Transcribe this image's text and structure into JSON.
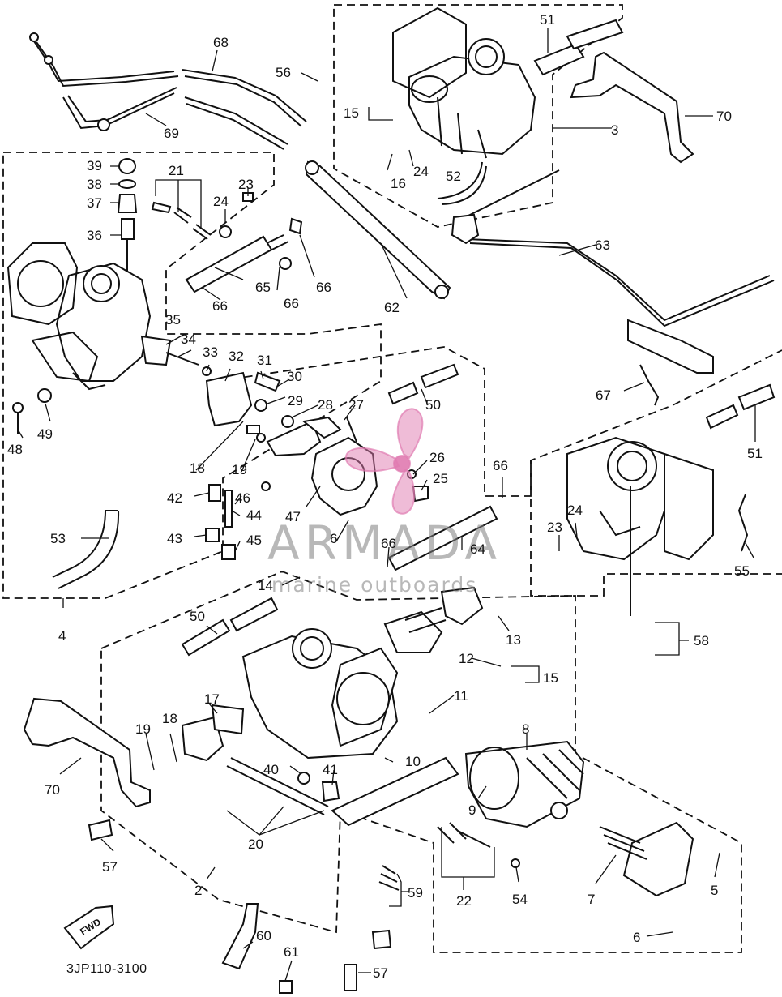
{
  "drawing_code": "3JP110-3100",
  "watermark": {
    "brand": "ARMADA",
    "tagline": "marine outboards"
  },
  "fwd_badge": "FWD",
  "part_labels": [
    {
      "id": "p51a",
      "text": "51"
    },
    {
      "id": "p68",
      "text": "68"
    },
    {
      "id": "p56",
      "text": "56"
    },
    {
      "id": "p70a",
      "text": "70"
    },
    {
      "id": "p15a",
      "text": "15"
    },
    {
      "id": "p3",
      "text": "3"
    },
    {
      "id": "p69",
      "text": "69"
    },
    {
      "id": "p16",
      "text": "16"
    },
    {
      "id": "p24a",
      "text": "24"
    },
    {
      "id": "p52",
      "text": "52"
    },
    {
      "id": "p39",
      "text": "39"
    },
    {
      "id": "p21",
      "text": "21"
    },
    {
      "id": "p23a",
      "text": "23"
    },
    {
      "id": "p38",
      "text": "38"
    },
    {
      "id": "p37",
      "text": "37"
    },
    {
      "id": "p24b",
      "text": "24"
    },
    {
      "id": "p36",
      "text": "36"
    },
    {
      "id": "p63",
      "text": "63"
    },
    {
      "id": "p65",
      "text": "65"
    },
    {
      "id": "p66a",
      "text": "66"
    },
    {
      "id": "p66b",
      "text": "66"
    },
    {
      "id": "p66c",
      "text": "66"
    },
    {
      "id": "p62",
      "text": "62"
    },
    {
      "id": "p35",
      "text": "35"
    },
    {
      "id": "p34",
      "text": "34"
    },
    {
      "id": "p33",
      "text": "33"
    },
    {
      "id": "p32",
      "text": "32"
    },
    {
      "id": "p31",
      "text": "31"
    },
    {
      "id": "p30",
      "text": "30"
    },
    {
      "id": "p67",
      "text": "67"
    },
    {
      "id": "p29",
      "text": "29"
    },
    {
      "id": "p28",
      "text": "28"
    },
    {
      "id": "p27",
      "text": "27"
    },
    {
      "id": "p50a",
      "text": "50"
    },
    {
      "id": "p48",
      "text": "48"
    },
    {
      "id": "p49",
      "text": "49"
    },
    {
      "id": "p51b",
      "text": "51"
    },
    {
      "id": "p18a",
      "text": "18"
    },
    {
      "id": "p19a",
      "text": "19"
    },
    {
      "id": "p26",
      "text": "26"
    },
    {
      "id": "p25",
      "text": "25"
    },
    {
      "id": "p42",
      "text": "42"
    },
    {
      "id": "p46",
      "text": "46"
    },
    {
      "id": "p66d",
      "text": "66"
    },
    {
      "id": "p44",
      "text": "44"
    },
    {
      "id": "p47",
      "text": "47"
    },
    {
      "id": "p24c",
      "text": "24"
    },
    {
      "id": "p23b",
      "text": "23"
    },
    {
      "id": "p53",
      "text": "53"
    },
    {
      "id": "p43",
      "text": "43"
    },
    {
      "id": "p45",
      "text": "45"
    },
    {
      "id": "p6a",
      "text": "6"
    },
    {
      "id": "p66e",
      "text": "66"
    },
    {
      "id": "p64",
      "text": "64"
    },
    {
      "id": "p55",
      "text": "55"
    },
    {
      "id": "p14",
      "text": "14"
    },
    {
      "id": "p4",
      "text": "4"
    },
    {
      "id": "p50b",
      "text": "50"
    },
    {
      "id": "p13",
      "text": "13"
    },
    {
      "id": "p58",
      "text": "58"
    },
    {
      "id": "p12",
      "text": "12"
    },
    {
      "id": "p15b",
      "text": "15"
    },
    {
      "id": "p11",
      "text": "11"
    },
    {
      "id": "p17",
      "text": "17"
    },
    {
      "id": "p8",
      "text": "8"
    },
    {
      "id": "p19b",
      "text": "19"
    },
    {
      "id": "p18b",
      "text": "18"
    },
    {
      "id": "p10",
      "text": "10"
    },
    {
      "id": "p70b",
      "text": "70"
    },
    {
      "id": "p40",
      "text": "40"
    },
    {
      "id": "p41",
      "text": "41"
    },
    {
      "id": "p9",
      "text": "9"
    },
    {
      "id": "p20",
      "text": "20"
    },
    {
      "id": "p57a",
      "text": "57"
    },
    {
      "id": "p7",
      "text": "7"
    },
    {
      "id": "p5",
      "text": "5"
    },
    {
      "id": "p2",
      "text": "2"
    },
    {
      "id": "p59",
      "text": "59"
    },
    {
      "id": "p22",
      "text": "22"
    },
    {
      "id": "p54",
      "text": "54"
    },
    {
      "id": "p60",
      "text": "60"
    },
    {
      "id": "p6b",
      "text": "6"
    },
    {
      "id": "p61",
      "text": "61"
    },
    {
      "id": "p57b",
      "text": "57"
    }
  ],
  "colors": {
    "line": "#111111",
    "background": "#ffffff",
    "watermark_text": "#7d7d7d",
    "watermark_logo": "#e07ab0"
  }
}
